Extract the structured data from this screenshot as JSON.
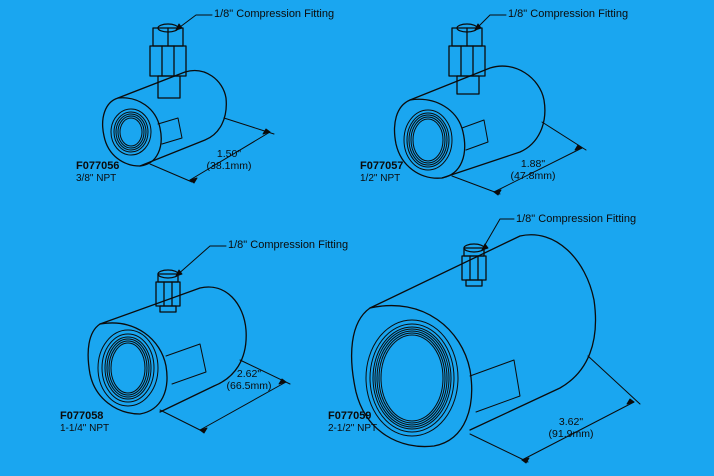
{
  "fittings": [
    {
      "part_number": "F077056",
      "thread": "3/8\" NPT",
      "callout": "1/8\" Compression Fitting",
      "length_in": "1.50\"",
      "length_mm": "(38.1mm)"
    },
    {
      "part_number": "F077057",
      "thread": "1/2\" NPT",
      "callout": "1/8\" Compression Fitting",
      "length_in": "1.88\"",
      "length_mm": "(47.8mm)"
    },
    {
      "part_number": "F077058",
      "thread": "1-1/4\" NPT",
      "callout": "1/8\" Compression Fitting",
      "length_in": "2.62\"",
      "length_mm": "(66.5mm)"
    },
    {
      "part_number": "F077059",
      "thread": "2-1/2\" NPT",
      "callout": "1/8\" Compression Fitting",
      "length_in": "3.62\"",
      "length_mm": "(91.9mm)"
    }
  ],
  "colors": {
    "background": "#1aa6f0",
    "line": "#0b0b0b"
  }
}
